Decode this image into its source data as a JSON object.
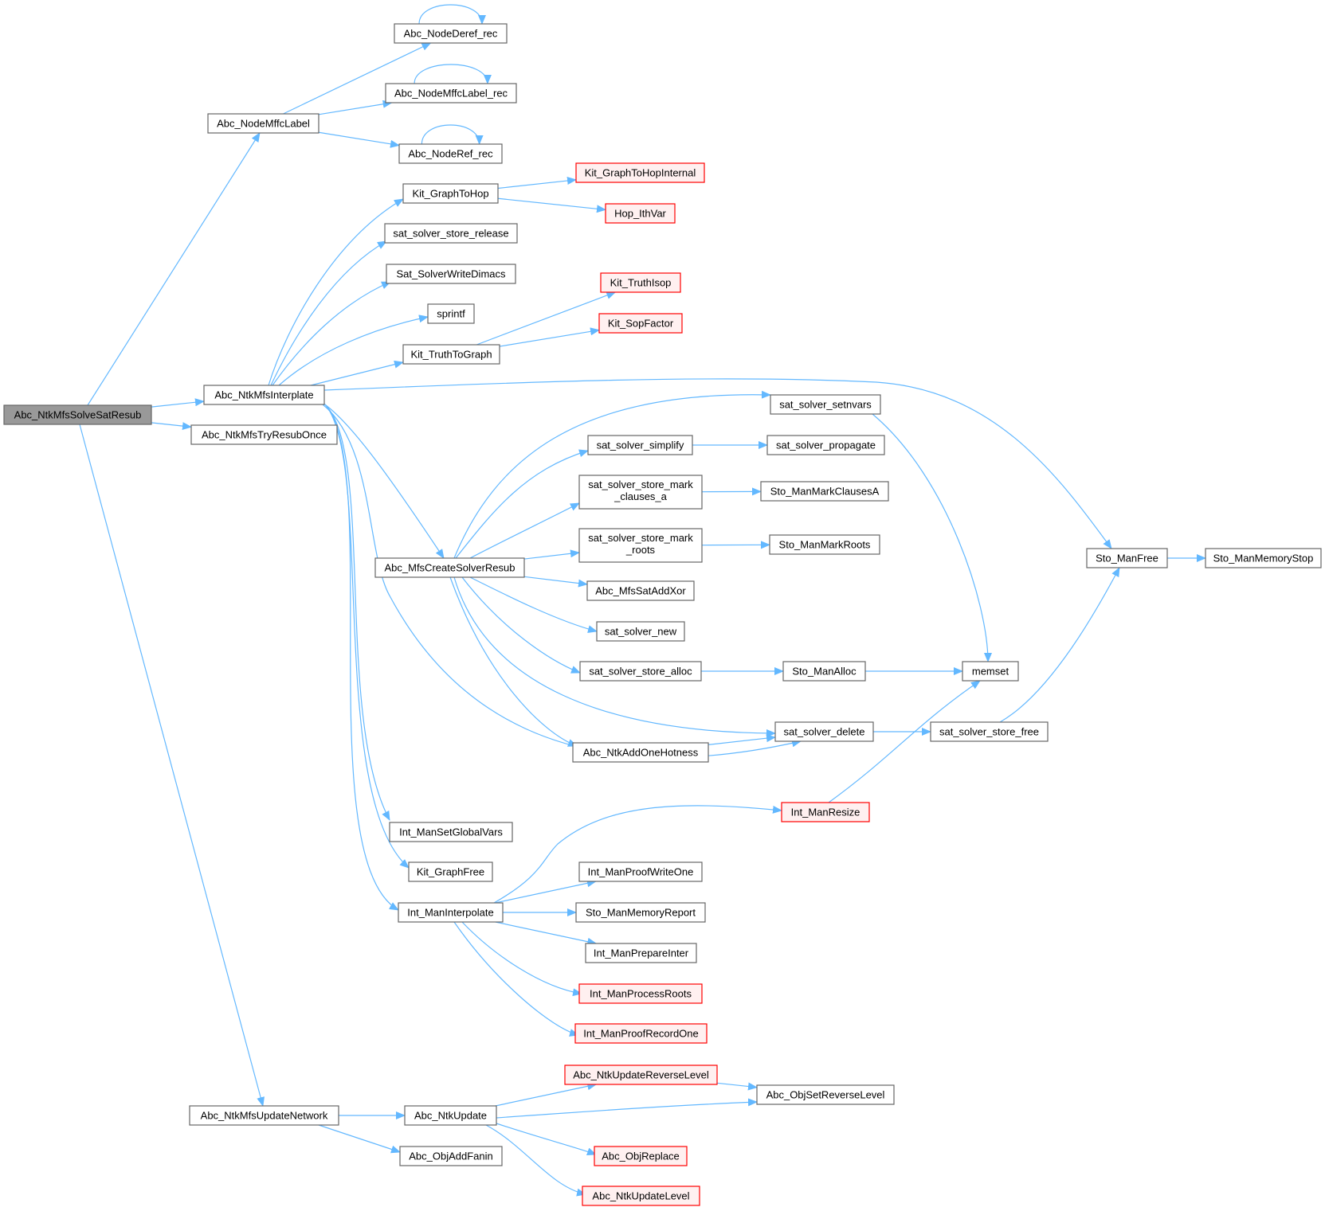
{
  "colors": {
    "edge": "#63b8ff",
    "node_border": "#666666",
    "node_fill": "#ffffff",
    "root_fill": "#999999",
    "truncated_border": "#ff0000",
    "truncated_fill": "#fff0f0"
  },
  "nodes": {
    "root": "Abc_NtkMfsSolveSatResub",
    "mffcLabel": "Abc_NodeMffcLabel",
    "nodeDeref": "Abc_NodeDeref_rec",
    "mffcLabelRec": "Abc_NodeMffcLabel_rec",
    "nodeRef": "Abc_NodeRef_rec",
    "interplate": "Abc_NtkMfsInterplate",
    "tryResub": "Abc_NtkMfsTryResubOnce",
    "updateNetwork": "Abc_NtkMfsUpdateNetwork",
    "graphToHop": "Kit_GraphToHop",
    "graphToHopInternal": "Kit_GraphToHopInternal",
    "hopIthVar": "Hop_IthVar",
    "storeRelease": "sat_solver_store_release",
    "writeDimacs": "Sat_SolverWriteDimacs",
    "sprintf": "sprintf",
    "truthToGraph": "Kit_TruthToGraph",
    "truthIsop": "Kit_TruthIsop",
    "sopFactor": "Kit_SopFactor",
    "createSolver": "Abc_MfsCreateSolverResub",
    "setnvars": "sat_solver_setnvars",
    "simplify": "sat_solver_simplify",
    "propagate": "sat_solver_propagate",
    "markClausesA": [
      "sat_solver_store_mark",
      "_clauses_a"
    ],
    "stoMarkClausesA": "Sto_ManMarkClausesA",
    "markRoots": [
      "sat_solver_store_mark",
      "_roots"
    ],
    "stoMarkRoots": "Sto_ManMarkRoots",
    "satAddXor": "Abc_MfsSatAddXor",
    "solverNew": "sat_solver_new",
    "storeAlloc": "sat_solver_store_alloc",
    "stoAlloc": "Sto_ManAlloc",
    "memset": "memset",
    "addOneHotness": "Abc_NtkAddOneHotness",
    "solverDelete": "sat_solver_delete",
    "storeFree": "sat_solver_store_free",
    "stoFree": "Sto_ManFree",
    "stoMemoryStop": "Sto_ManMemoryStop",
    "intResize": "Int_ManResize",
    "setGlobalVars": "Int_ManSetGlobalVars",
    "graphFree": "Kit_GraphFree",
    "intInterpolate": "Int_ManInterpolate",
    "proofWriteOne": "Int_ManProofWriteOne",
    "memoryReport": "Sto_ManMemoryReport",
    "prepareInter": "Int_ManPrepareInter",
    "processRoots": "Int_ManProcessRoots",
    "proofRecordOne": "Int_ManProofRecordOne",
    "ntkUpdate": "Abc_NtkUpdate",
    "updateReverseLevel": "Abc_NtkUpdateReverseLevel",
    "objSetReverseLevel": "Abc_ObjSetReverseLevel",
    "objReplace": "Abc_ObjReplace",
    "ntkUpdateLevel": "Abc_NtkUpdateLevel",
    "objAddFanin": "Abc_ObjAddFanin"
  },
  "node_kinds": {
    "root": "root",
    "graphToHopInternal": "truncated",
    "hopIthVar": "truncated",
    "truthIsop": "truncated",
    "sopFactor": "truncated",
    "intResize": "truncated",
    "processRoots": "truncated",
    "proofRecordOne": "truncated",
    "updateReverseLevel": "truncated",
    "objReplace": "truncated",
    "ntkUpdateLevel": "truncated"
  },
  "edges": [
    [
      "root",
      "mffcLabel"
    ],
    [
      "root",
      "interplate"
    ],
    [
      "root",
      "tryResub"
    ],
    [
      "root",
      "updateNetwork"
    ],
    [
      "mffcLabel",
      "nodeDeref"
    ],
    [
      "mffcLabel",
      "mffcLabelRec"
    ],
    [
      "mffcLabel",
      "nodeRef"
    ],
    [
      "nodeDeref",
      "nodeDeref"
    ],
    [
      "mffcLabelRec",
      "mffcLabelRec"
    ],
    [
      "nodeRef",
      "nodeRef"
    ],
    [
      "interplate",
      "graphToHop"
    ],
    [
      "interplate",
      "storeRelease"
    ],
    [
      "interplate",
      "writeDimacs"
    ],
    [
      "interplate",
      "sprintf"
    ],
    [
      "interplate",
      "truthToGraph"
    ],
    [
      "interplate",
      "stoFree"
    ],
    [
      "interplate",
      "createSolver"
    ],
    [
      "interplate",
      "solverDelete"
    ],
    [
      "interplate",
      "setGlobalVars"
    ],
    [
      "interplate",
      "graphFree"
    ],
    [
      "interplate",
      "intInterpolate"
    ],
    [
      "graphToHop",
      "graphToHopInternal"
    ],
    [
      "graphToHop",
      "hopIthVar"
    ],
    [
      "truthToGraph",
      "truthIsop"
    ],
    [
      "truthToGraph",
      "sopFactor"
    ],
    [
      "createSolver",
      "setnvars"
    ],
    [
      "createSolver",
      "simplify"
    ],
    [
      "createSolver",
      "markClausesA"
    ],
    [
      "createSolver",
      "markRoots"
    ],
    [
      "createSolver",
      "satAddXor"
    ],
    [
      "createSolver",
      "solverNew"
    ],
    [
      "createSolver",
      "storeAlloc"
    ],
    [
      "createSolver",
      "solverDelete"
    ],
    [
      "createSolver",
      "addOneHotness"
    ],
    [
      "setnvars",
      "memset"
    ],
    [
      "simplify",
      "propagate"
    ],
    [
      "markClausesA",
      "stoMarkClausesA"
    ],
    [
      "markRoots",
      "stoMarkRoots"
    ],
    [
      "storeAlloc",
      "stoAlloc"
    ],
    [
      "stoAlloc",
      "memset"
    ],
    [
      "addOneHotness",
      "solverDelete"
    ],
    [
      "solverDelete",
      "storeFree"
    ],
    [
      "storeFree",
      "stoFree"
    ],
    [
      "stoFree",
      "stoMemoryStop"
    ],
    [
      "intResize",
      "memset"
    ],
    [
      "intInterpolate",
      "intResize"
    ],
    [
      "intInterpolate",
      "proofWriteOne"
    ],
    [
      "intInterpolate",
      "memoryReport"
    ],
    [
      "intInterpolate",
      "prepareInter"
    ],
    [
      "intInterpolate",
      "processRoots"
    ],
    [
      "intInterpolate",
      "proofRecordOne"
    ],
    [
      "updateNetwork",
      "ntkUpdate"
    ],
    [
      "updateNetwork",
      "objAddFanin"
    ],
    [
      "ntkUpdate",
      "updateReverseLevel"
    ],
    [
      "ntkUpdate",
      "objSetReverseLevel"
    ],
    [
      "ntkUpdate",
      "objReplace"
    ],
    [
      "ntkUpdate",
      "ntkUpdateLevel"
    ],
    [
      "updateReverseLevel",
      "objSetReverseLevel"
    ]
  ]
}
